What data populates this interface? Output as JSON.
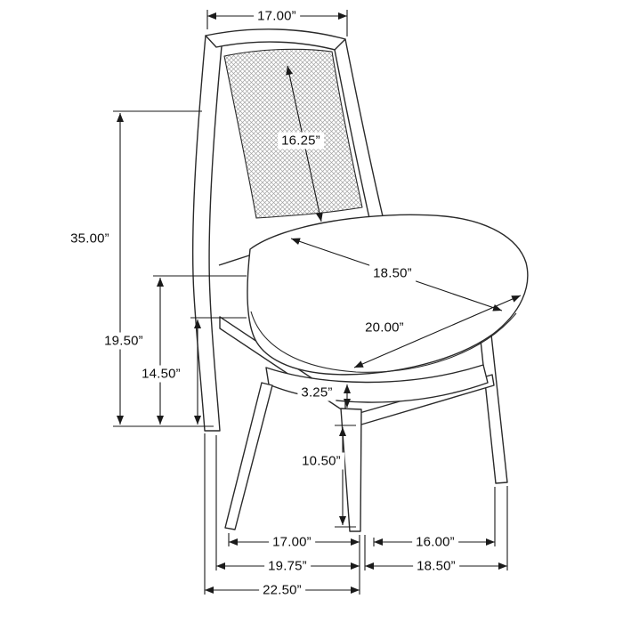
{
  "diagram": {
    "kind": "furniture-dimension-diagram",
    "subject": "dining side chair with cane back and upholstered seat",
    "unit": "inches"
  },
  "colors": {
    "background": "#ffffff",
    "chair_line": "#2a2a2a",
    "dimension_line": "#1a1a1a",
    "mesh": "#a0a0a0"
  },
  "dimensions": {
    "top_back_width": "17.00”",
    "back_panel_height": "16.25”",
    "overall_height": "35.00”",
    "seat_height": "19.50”",
    "stretcher_height": "14.50”",
    "seat_depth": "18.50”",
    "seat_width": "20.00”",
    "seat_rail_thickness": "3.25”",
    "leg_height": "10.50”",
    "front_leg_spacing": "17.00”",
    "side_leg_spacing": "16.00”",
    "base_depth": "19.75”",
    "base_width": "18.50”",
    "overall_depth": "22.50”"
  }
}
